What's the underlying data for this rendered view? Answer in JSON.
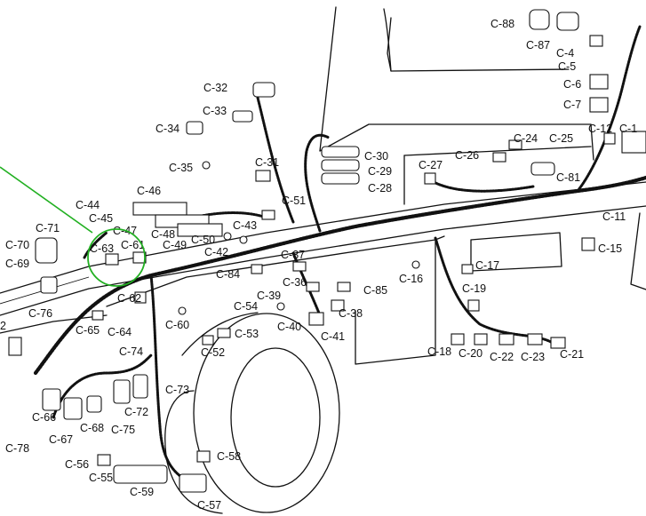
{
  "highlight": {
    "color": "#22b022"
  },
  "connectors": [
    {
      "id": "c88",
      "label": "C-88"
    },
    {
      "id": "c87",
      "label": "C-87"
    },
    {
      "id": "c4",
      "label": "C-4"
    },
    {
      "id": "c5",
      "label": "C-5"
    },
    {
      "id": "c6",
      "label": "C-6"
    },
    {
      "id": "c7",
      "label": "C-7"
    },
    {
      "id": "c32",
      "label": "C-32"
    },
    {
      "id": "c33",
      "label": "C-33"
    },
    {
      "id": "c34",
      "label": "C-34"
    },
    {
      "id": "c35",
      "label": "C-35"
    },
    {
      "id": "c31",
      "label": "C-31"
    },
    {
      "id": "c30",
      "label": "C-30"
    },
    {
      "id": "c29",
      "label": "C-29"
    },
    {
      "id": "c28",
      "label": "C-28"
    },
    {
      "id": "c27",
      "label": "C-27"
    },
    {
      "id": "c26",
      "label": "C-26"
    },
    {
      "id": "c24",
      "label": "C-24"
    },
    {
      "id": "c25",
      "label": "C-25"
    },
    {
      "id": "c81",
      "label": "C-81"
    },
    {
      "id": "c12",
      "label": "C-12"
    },
    {
      "id": "c1",
      "label": "C-1"
    },
    {
      "id": "c11",
      "label": "C-11"
    },
    {
      "id": "c15",
      "label": "C-15"
    },
    {
      "id": "c46",
      "label": "C-46"
    },
    {
      "id": "c44",
      "label": "C-44"
    },
    {
      "id": "c45",
      "label": "C-45"
    },
    {
      "id": "c47",
      "label": "C-47"
    },
    {
      "id": "c48",
      "label": "C-48"
    },
    {
      "id": "c49",
      "label": "C-49"
    },
    {
      "id": "c50",
      "label": "C-50"
    },
    {
      "id": "c43",
      "label": "C-43"
    },
    {
      "id": "c51",
      "label": "C-51"
    },
    {
      "id": "c42",
      "label": "C-42"
    },
    {
      "id": "c71",
      "label": "C-71"
    },
    {
      "id": "c70",
      "label": "C-70"
    },
    {
      "id": "c69",
      "label": "C-69"
    },
    {
      "id": "c63",
      "label": "C-63"
    },
    {
      "id": "c61",
      "label": "C-61"
    },
    {
      "id": "c37",
      "label": "C-37"
    },
    {
      "id": "c84",
      "label": "C-84"
    },
    {
      "id": "c36",
      "label": "C-36"
    },
    {
      "id": "c39",
      "label": "C-39"
    },
    {
      "id": "c85",
      "label": "C-85"
    },
    {
      "id": "c16",
      "label": "C-16"
    },
    {
      "id": "c17",
      "label": "C-17"
    },
    {
      "id": "c19",
      "label": "C-19"
    },
    {
      "id": "c62",
      "label": "C-62"
    },
    {
      "id": "c38",
      "label": "C-38"
    },
    {
      "id": "c40",
      "label": "C-40"
    },
    {
      "id": "c41",
      "label": "C-41"
    },
    {
      "id": "c76",
      "label": "C-76"
    },
    {
      "id": "c65",
      "label": "C-65"
    },
    {
      "id": "c64",
      "label": "C-64"
    },
    {
      "id": "c60",
      "label": "C-60"
    },
    {
      "id": "c54",
      "label": "C-54"
    },
    {
      "id": "c53",
      "label": "C-53"
    },
    {
      "id": "c52",
      "label": "C-52"
    },
    {
      "id": "c18",
      "label": "C-18"
    },
    {
      "id": "c20",
      "label": "C-20"
    },
    {
      "id": "c22",
      "label": "C-22"
    },
    {
      "id": "c23",
      "label": "C-23"
    },
    {
      "id": "c21",
      "label": "C-21"
    },
    {
      "id": "c74",
      "label": "C-74"
    },
    {
      "id": "c73",
      "label": "C-73"
    },
    {
      "id": "c72",
      "label": "C-72"
    },
    {
      "id": "c66",
      "label": "C-66"
    },
    {
      "id": "c67",
      "label": "C-67"
    },
    {
      "id": "c68",
      "label": "C-68"
    },
    {
      "id": "c75",
      "label": "C-75"
    },
    {
      "id": "c78",
      "label": "C-78"
    },
    {
      "id": "c56",
      "label": "C-56"
    },
    {
      "id": "c55",
      "label": "C-55"
    },
    {
      "id": "c58",
      "label": "C-58"
    },
    {
      "id": "c59",
      "label": "C-59"
    },
    {
      "id": "c57",
      "label": "C-57"
    },
    {
      "id": "c2",
      "label": "2"
    }
  ]
}
